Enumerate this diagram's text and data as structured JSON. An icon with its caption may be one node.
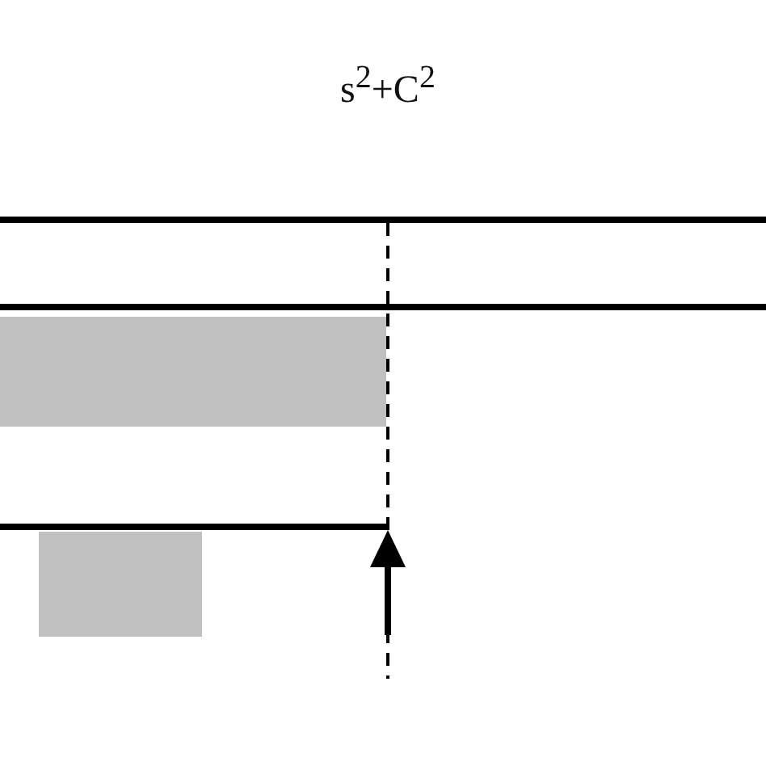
{
  "diagram": {
    "nodes": [
      {
        "text": [],
        "shape": "box"
      },
      {
        "text": [],
        "shape": "box"
      }
    ],
    "labels": [
      "s$^{2}$+C$^{2}$"
    ]
  }
}
